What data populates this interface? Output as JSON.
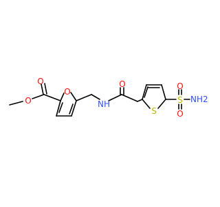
{
  "molecule": {
    "atoms": {
      "o_methoxy": {
        "text": "O",
        "color": "#ff0d0d"
      },
      "o_carbonyl": {
        "text": "O",
        "color": "#ff0d0d"
      },
      "o_furan": {
        "text": "O",
        "color": "#ff0d0d"
      },
      "n_amide": {
        "text": "NH",
        "color": "#3050f8"
      },
      "o_amide": {
        "text": "O",
        "color": "#ff0d0d"
      },
      "s_thiophene": {
        "text": "S",
        "color": "#b8b800"
      },
      "s_sulfonyl": {
        "text": "S",
        "color": "#b8b800"
      },
      "o_sulfonyl_top": {
        "text": "O",
        "color": "#ff0d0d"
      },
      "o_sulfonyl_bottom": {
        "text": "O",
        "color": "#ff0d0d"
      },
      "nh2_sulfonamide": {
        "text": "NH2",
        "color": "#3050f8"
      }
    }
  }
}
